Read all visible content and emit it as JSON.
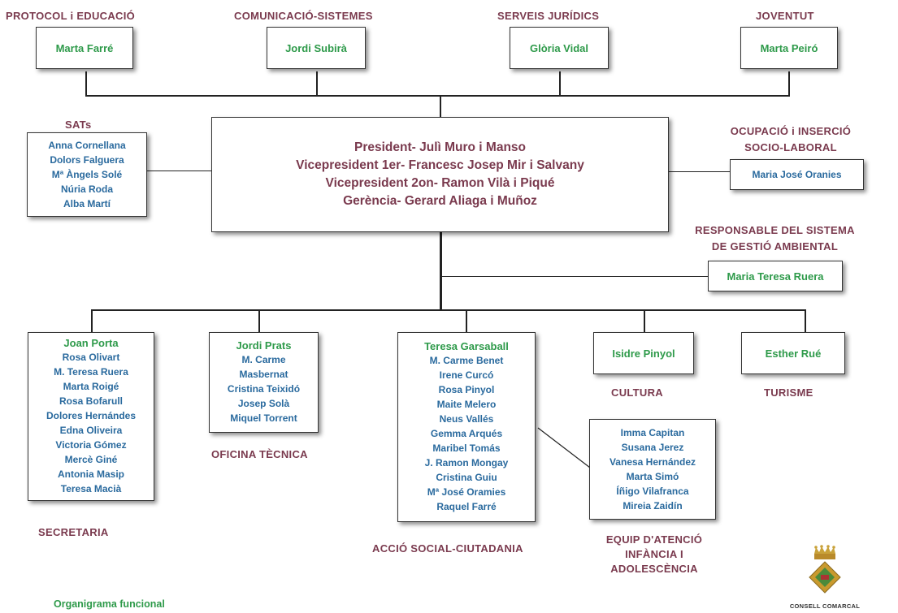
{
  "top": [
    {
      "dept": "PROTOCOL i EDUCACIÓ",
      "name": "Marta Farré"
    },
    {
      "dept": "COMUNICACIÓ-SISTEMES",
      "name": "Jordi Subirà"
    },
    {
      "dept": "SERVEIS JURÍDICS",
      "name": "Glòria Vidal"
    },
    {
      "dept": "JOVENTUT",
      "name": "Marta Peiró"
    }
  ],
  "sats": {
    "title": "SATs",
    "members": [
      "Anna Cornellana",
      "Dolors Falguera",
      "Mª Àngels Solé",
      "Núria Roda",
      "Alba Martí"
    ]
  },
  "presidency": [
    "President- Julì Muro i Manso",
    "Vicepresident 1er- Francesc Josep Mir i Salvany",
    "Vicepresident 2on- Ramon Vilà i Piqué",
    "Gerència- Gerard Aliaga i Muñoz"
  ],
  "ocupacio": {
    "title1": "OCUPACIÓ i INSERCIÓ",
    "title2": "SOCIO-LABORAL",
    "name": "Maria José Oranies"
  },
  "ambiental": {
    "title1": "RESPONSABLE  DEL SISTEMA",
    "title2": "DE GESTIÓ AMBIENTAL",
    "name": "Maria Teresa Ruera"
  },
  "secretaria": {
    "title": "SECRETARIA",
    "head": "Joan Porta",
    "members": [
      "Rosa Olivart",
      "M. Teresa Ruera",
      "Marta Roigé",
      "Rosa Bofarull",
      "Dolores Hernándes",
      "Edna Oliveira",
      "Victoria Gómez",
      "Mercè Giné",
      "Antonia Masip",
      "Teresa Macià"
    ]
  },
  "oficina": {
    "title": "OFICINA TÈCNICA",
    "head": "Jordi Prats",
    "members": [
      "M. Carme",
      "Masbernat",
      "Cristina Teixidó",
      "Josep Solà",
      "Miquel Torrent"
    ]
  },
  "accio": {
    "title": "ACCIÓ SOCIAL-CIUTADANIA",
    "head": "Teresa Garsaball",
    "members": [
      "M. Carme Benet",
      "Irene Curcó",
      "Rosa Pinyol",
      "Maite Melero",
      "Neus Vallés",
      "Gemma Arqués",
      "Maribel Tomás",
      "J. Ramon Mongay",
      "Cristina Guiu",
      "Mª José Oramies",
      "Raquel Farré"
    ]
  },
  "cultura": {
    "title": "CULTURA",
    "name": "Isidre Pinyol"
  },
  "turisme": {
    "title": "TURISME",
    "name": "Esther Rué"
  },
  "equip": {
    "title1": "EQUIP D'ATENCIÓ",
    "title2": "INFÀNCIA I",
    "title3": "ADOLESCÈNCIA",
    "members": [
      "Imma Capitan",
      "Susana Jerez",
      "Vanesa Hernández",
      "Marta Simó",
      "Íñigo Vilafranca",
      "Mireia Zaidín"
    ]
  },
  "footer": {
    "caption": "Organigrama funcional",
    "logo_text": "CONSELL COMARCAL"
  },
  "colors": {
    "label": "#7a3a4e",
    "name_green": "#2e9a4a",
    "name_blue": "#2a6a9e"
  }
}
